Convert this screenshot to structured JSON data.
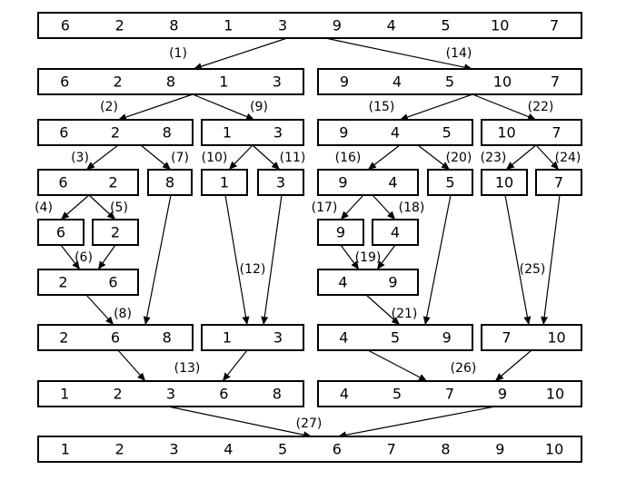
{
  "diagram": {
    "title": "",
    "nodes": [
      {
        "id": "n0",
        "values": [
          "6",
          "2",
          "8",
          "1",
          "3",
          "9",
          "4",
          "5",
          "10",
          "7"
        ]
      },
      {
        "id": "n1",
        "values": [
          "6",
          "2",
          "8",
          "1",
          "3"
        ]
      },
      {
        "id": "n14",
        "values": [
          "9",
          "4",
          "5",
          "10",
          "7"
        ]
      },
      {
        "id": "n2",
        "values": [
          "6",
          "2",
          "8"
        ]
      },
      {
        "id": "n9",
        "values": [
          "1",
          "3"
        ]
      },
      {
        "id": "n15",
        "values": [
          "9",
          "4",
          "5"
        ]
      },
      {
        "id": "n22",
        "values": [
          "10",
          "7"
        ]
      },
      {
        "id": "n3",
        "values": [
          "6",
          "2"
        ]
      },
      {
        "id": "n7",
        "values": [
          "8"
        ]
      },
      {
        "id": "n10",
        "values": [
          "1"
        ]
      },
      {
        "id": "n11",
        "values": [
          "3"
        ]
      },
      {
        "id": "n16",
        "values": [
          "9",
          "4"
        ]
      },
      {
        "id": "n20",
        "values": [
          "5"
        ]
      },
      {
        "id": "n23",
        "values": [
          "10"
        ]
      },
      {
        "id": "n24",
        "values": [
          "7"
        ]
      },
      {
        "id": "n4",
        "values": [
          "6"
        ]
      },
      {
        "id": "n5",
        "values": [
          "2"
        ]
      },
      {
        "id": "n17",
        "values": [
          "9"
        ]
      },
      {
        "id": "n18",
        "values": [
          "4"
        ]
      },
      {
        "id": "n6",
        "values": [
          "2",
          "6"
        ]
      },
      {
        "id": "n19",
        "values": [
          "4",
          "9"
        ]
      },
      {
        "id": "n8",
        "values": [
          "2",
          "6",
          "8"
        ]
      },
      {
        "id": "n12",
        "values": [
          "1",
          "3"
        ]
      },
      {
        "id": "n21",
        "values": [
          "4",
          "5",
          "9"
        ]
      },
      {
        "id": "n25",
        "values": [
          "7",
          "10"
        ]
      },
      {
        "id": "n13",
        "values": [
          "1",
          "2",
          "3",
          "6",
          "8"
        ]
      },
      {
        "id": "n26",
        "values": [
          "4",
          "5",
          "7",
          "9",
          "10"
        ]
      },
      {
        "id": "n27",
        "values": [
          "1",
          "2",
          "3",
          "4",
          "5",
          "6",
          "7",
          "8",
          "9",
          "10"
        ]
      }
    ],
    "steps": [
      "(1)",
      "(2)",
      "(3)",
      "(4)",
      "(5)",
      "(6)",
      "(7)",
      "(8)",
      "(9)",
      "(10)",
      "(11)",
      "(12)",
      "(13)",
      "(14)",
      "(15)",
      "(16)",
      "(17)",
      "(18)",
      "(19)",
      "(20)",
      "(21)",
      "(22)",
      "(23)",
      "(24)",
      "(25)",
      "(26)",
      "(27)"
    ]
  }
}
